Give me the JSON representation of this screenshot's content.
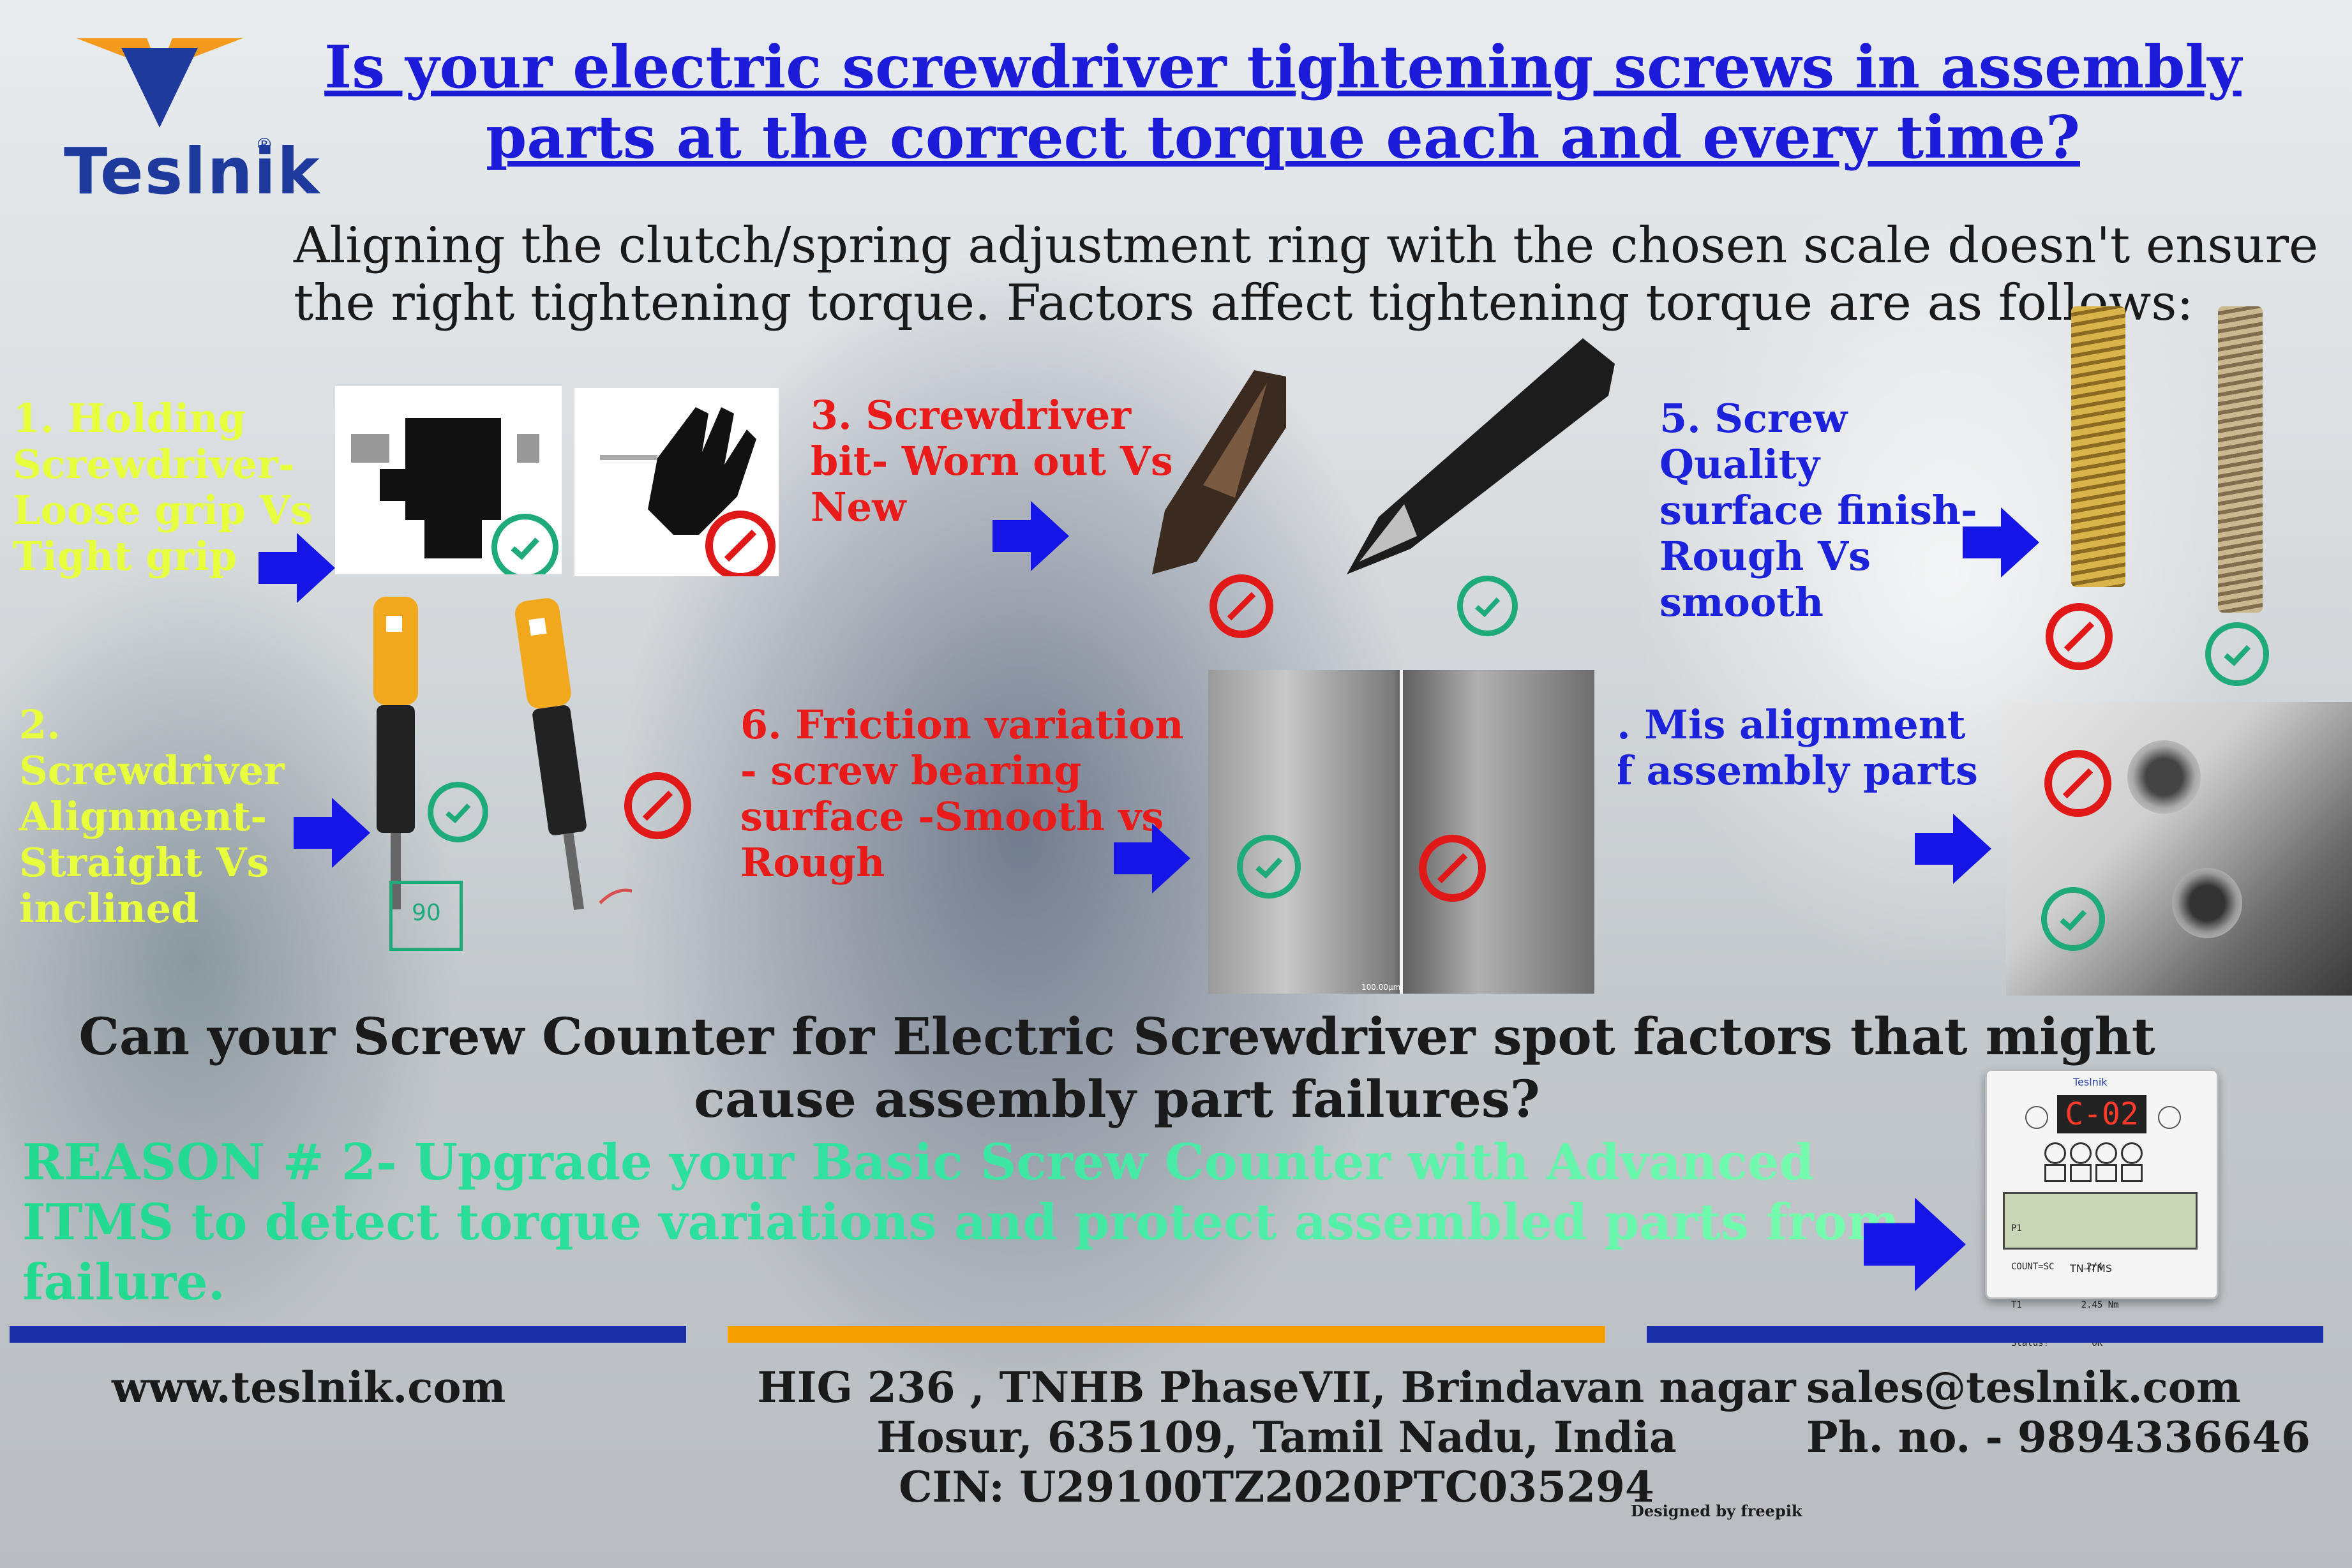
{
  "brand": {
    "name": "Teslnik",
    "reg": "®"
  },
  "header": {
    "title": "Is your electric screwdriver tightening screws in assembly parts at the correct torque each and every time?",
    "intro": "Aligning the clutch/spring adjustment ring with the chosen scale doesn't ensure the right tightening torque. Factors affect tightening torque are as follows:"
  },
  "factors": {
    "f1": "1. Holding Screwdriver- Loose grip Vs Tight grip",
    "f2": "2. Screwdriver Alignment- Straight Vs inclined",
    "f3": "3. Screwdriver bit- Worn out Vs New",
    "f5": "5. Screw Quality surface finish- Rough Vs smooth",
    "f6": "6. Friction variation - screw bearing surface -Smooth vs Rough",
    "f4": "4. Mis alignment of assembly parts"
  },
  "figure_text": {
    "angle": "90",
    "scale": "100.00µm"
  },
  "question": "Can your Screw Counter for Electric Screwdriver spot factors that might cause assembly part failures?",
  "reason": "REASON # 2- Upgrade your Basic Screw Counter with Advanced ITMS to detect torque variations and protect assembled parts from failure.",
  "device": {
    "brand": "Teslnik",
    "display": "C-02",
    "lcd": {
      "l1": "P1",
      "l2": "COUNT=SC      2/4",
      "l3": "T1           2.45 Nm",
      "l4": "Status!        OK"
    },
    "model": "TN-ITMS"
  },
  "footer": {
    "website": "www.teslnik.com",
    "address1": "HIG 236 , TNHB PhaseVII, Brindavan nagar",
    "address2": "Hosur, 635109, Tamil Nadu, India",
    "cin": "CIN: U29100TZ2020PTC035294",
    "email": "sales@teslnik.com",
    "phone": "Ph. no. - 9894336646",
    "credit": "Designed by freepik"
  },
  "colors": {
    "title": "#1b1bd8",
    "yellow": "#e7ff3d",
    "red": "#e81a1a",
    "green": "#1faa7a",
    "arrow": "#1515e8",
    "bar_blue": "#1a2fa8",
    "bar_orange": "#f5a000"
  },
  "icons": [
    "check-icon",
    "no-icon",
    "arrow-right-icon",
    "logo-icon"
  ]
}
